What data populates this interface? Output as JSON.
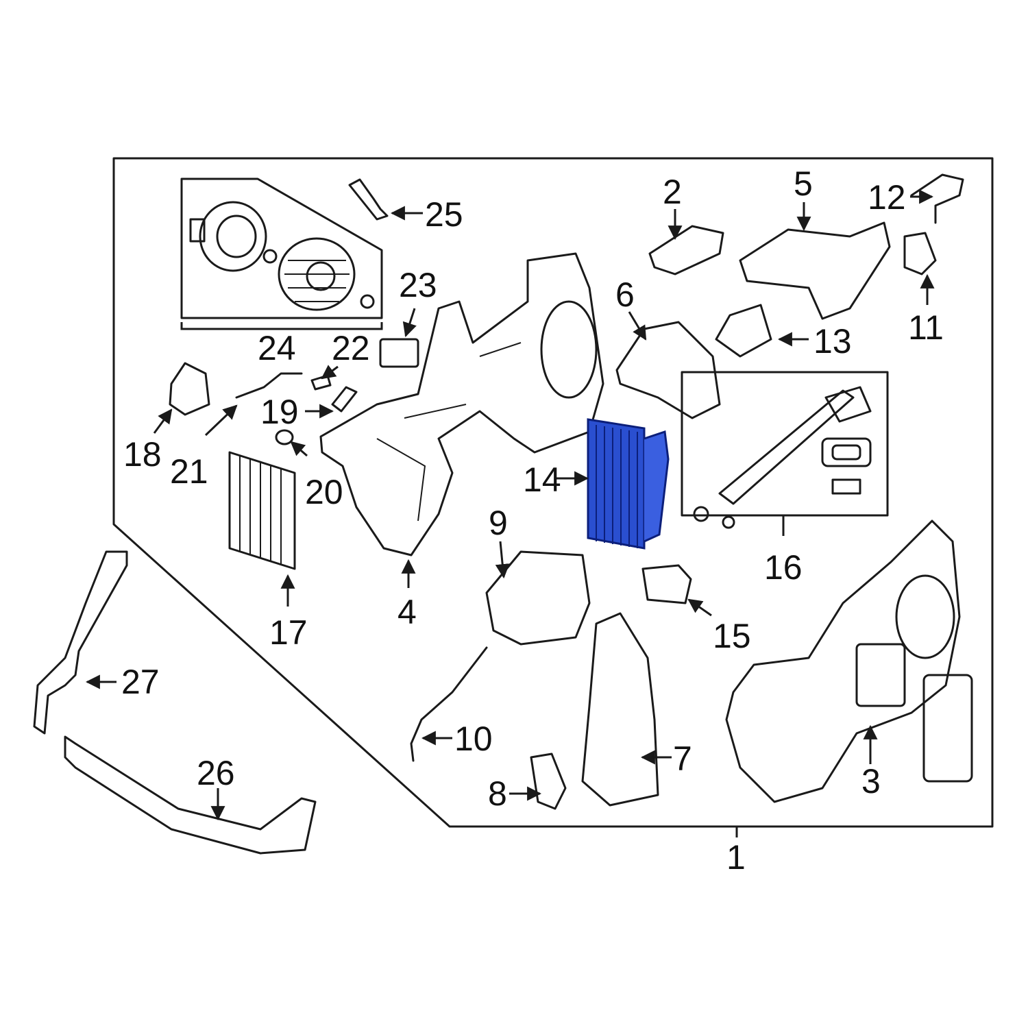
{
  "diagram": {
    "highlight_color": "#1f3fbf",
    "highlighted_part": "14",
    "callouts": [
      "1",
      "2",
      "3",
      "4",
      "5",
      "6",
      "7",
      "8",
      "9",
      "10",
      "11",
      "12",
      "13",
      "14",
      "15",
      "16",
      "17",
      "18",
      "19",
      "20",
      "21",
      "22",
      "23",
      "24",
      "25",
      "26",
      "27"
    ]
  }
}
